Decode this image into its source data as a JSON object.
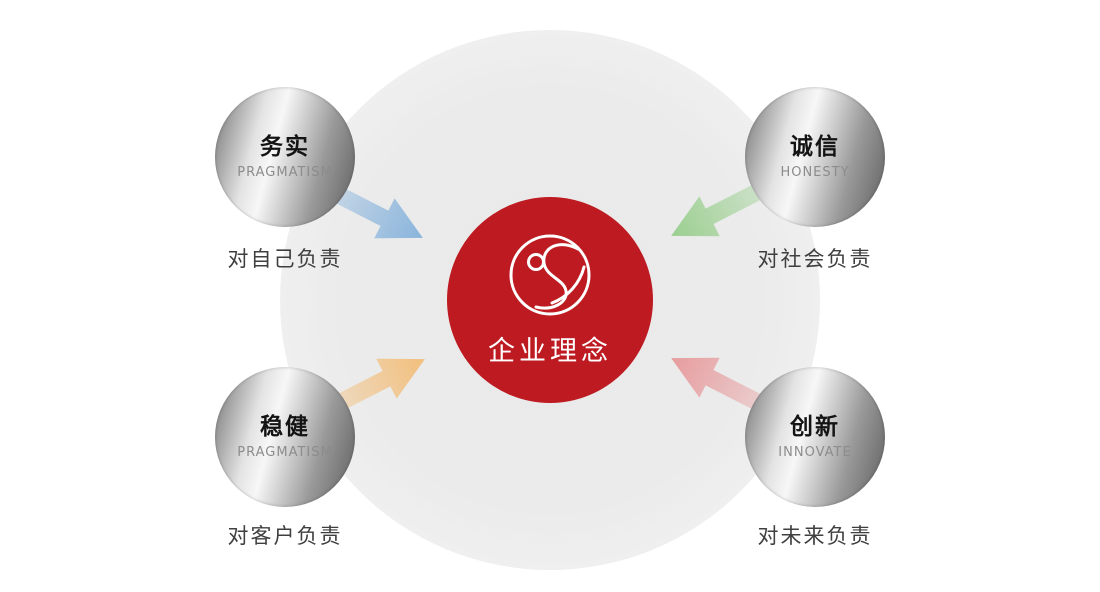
{
  "center": {
    "title": "企业理念",
    "logo": "s-swirl-logo",
    "bg_color": "#bd1b21"
  },
  "nodes": [
    {
      "id": "top-left",
      "cn": "务实",
      "en": "PRAGMATISM",
      "label": "对自己负责",
      "arrow_color": "#89b4dc",
      "arrow_dir": "down-right"
    },
    {
      "id": "top-right",
      "cn": "诚信",
      "en": "HONESTY",
      "label": "对社会负责",
      "arrow_color": "#9bcf90",
      "arrow_dir": "down-left"
    },
    {
      "id": "bottom-left",
      "cn": "稳健",
      "en": "PRAGMATISM",
      "label": "对客户负责",
      "arrow_color": "#f2bf7d",
      "arrow_dir": "up-right"
    },
    {
      "id": "bottom-right",
      "cn": "创新",
      "en": "INNOVATE",
      "label": "对未来负责",
      "arrow_color": "#e79c9e",
      "arrow_dir": "up-left"
    }
  ]
}
